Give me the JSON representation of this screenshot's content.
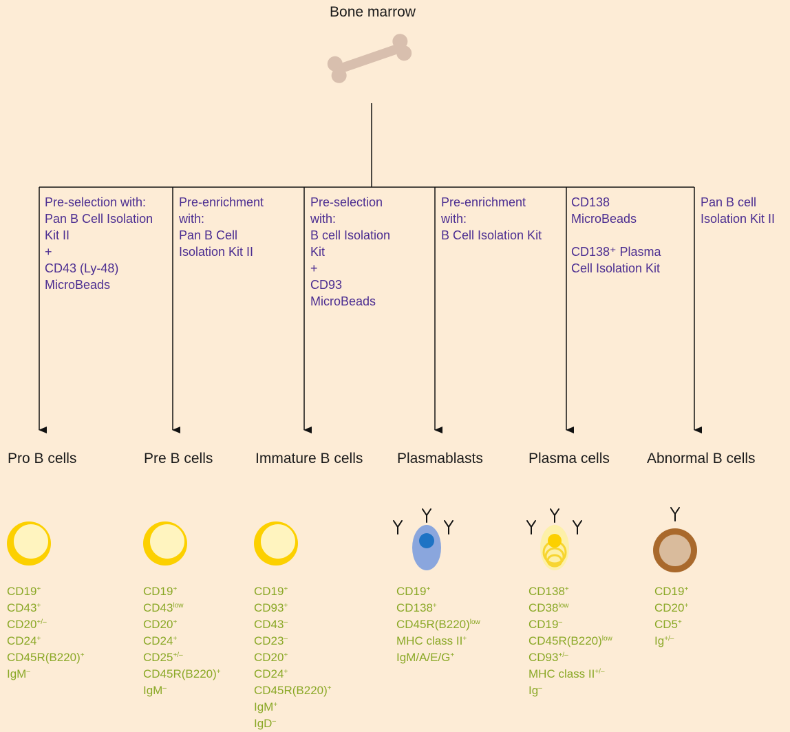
{
  "title": "Bone marrow",
  "colors": {
    "background": "#fdecd6",
    "method_text": "#4b2d91",
    "marker_text": "#8aa826",
    "bone": "#d8bfae",
    "yellow_ring": "#fcd000",
    "brown_ring": "#a9692c",
    "plasmablast": "#8aa6dd"
  },
  "columns": [
    {
      "method": [
        "Pre-selection with:",
        "Pan B Cell Isolation",
        "Kit II",
        "+",
        "CD43 (Ly-48)",
        "MicroBeads"
      ],
      "name": "Pro B cells",
      "icon": "pro-b-cell-icon",
      "markers": [
        {
          "base": "CD19",
          "sup": "+"
        },
        {
          "base": "CD43",
          "sup": "+"
        },
        {
          "base": "CD20",
          "sup": "+/–"
        },
        {
          "base": "CD24",
          "sup": "+"
        },
        {
          "base": "CD45R(B220)",
          "sup": "+"
        },
        {
          "base": "IgM",
          "sup": "–"
        }
      ]
    },
    {
      "method": [
        "Pre-enrichment",
        "with:",
        "Pan B Cell",
        "Isolation Kit II"
      ],
      "name": "Pre B cells",
      "icon": "pre-b-cell-icon",
      "markers": [
        {
          "base": "CD19",
          "sup": "+"
        },
        {
          "base": "CD43",
          "sup": "low"
        },
        {
          "base": "CD20",
          "sup": "+"
        },
        {
          "base": "CD24",
          "sup": "+"
        },
        {
          "base": "CD25",
          "sup": "+/–"
        },
        {
          "base": "CD45R(B220)",
          "sup": "+"
        },
        {
          "base": "IgM",
          "sup": "–"
        }
      ]
    },
    {
      "method": [
        "Pre-selection",
        "with:",
        "B cell Isolation",
        "Kit",
        "+",
        "CD93",
        "MicroBeads"
      ],
      "name": "Immature B cells",
      "icon": "immature-b-cell-icon",
      "markers": [
        {
          "base": "CD19",
          "sup": "+"
        },
        {
          "base": "CD93",
          "sup": "+"
        },
        {
          "base": "CD43",
          "sup": "–"
        },
        {
          "base": "CD23",
          "sup": "–"
        },
        {
          "base": "CD20",
          "sup": "+"
        },
        {
          "base": "CD24",
          "sup": "+"
        },
        {
          "base": "CD45R(B220)",
          "sup": "+"
        },
        {
          "base": "IgM",
          "sup": "+"
        },
        {
          "base": "IgD",
          "sup": "–"
        }
      ]
    },
    {
      "method": [
        "Pre-enrichment",
        "with:",
        "B Cell Isolation Kit"
      ],
      "name": "Plasmablasts",
      "icon": "plasmablast-icon",
      "markers": [
        {
          "base": "CD19",
          "sup": "+"
        },
        {
          "base": "CD138",
          "sup": "+"
        },
        {
          "base": "CD45R(B220)",
          "sup": "low"
        },
        {
          "base": "MHC class II",
          "sup": "+"
        },
        {
          "base": "IgM/A/E/G",
          "sup": "+"
        }
      ]
    },
    {
      "method": [
        "CD138",
        "MicroBeads",
        "",
        "CD138⁺ Plasma",
        "Cell Isolation Kit"
      ],
      "name": "Plasma cells",
      "icon": "plasma-cell-icon",
      "markers": [
        {
          "base": "CD138",
          "sup": "+"
        },
        {
          "base": "CD38",
          "sup": "low"
        },
        {
          "base": "CD19",
          "sup": "–"
        },
        {
          "base": "CD45R(B220)",
          "sup": "low"
        },
        {
          "base": "CD93",
          "sup": "+/–"
        },
        {
          "base": "MHC class II",
          "sup": "+/–"
        },
        {
          "base": "Ig",
          "sup": "–"
        }
      ]
    },
    {
      "method": [
        "Pan B cell",
        "Isolation Kit II"
      ],
      "name": "Abnormal B cells",
      "icon": "abnormal-b-cell-icon",
      "markers": [
        {
          "base": "CD19",
          "sup": "+"
        },
        {
          "base": "CD20",
          "sup": "+"
        },
        {
          "base": "CD5",
          "sup": "+"
        },
        {
          "base": "Ig",
          "sup": "+/–"
        }
      ]
    }
  ]
}
